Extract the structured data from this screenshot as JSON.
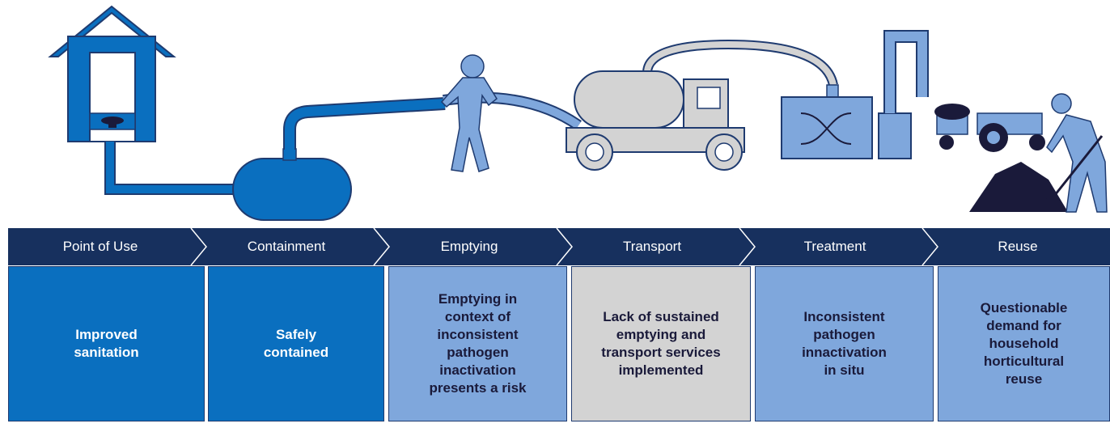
{
  "colors": {
    "header_navy": "#17305e",
    "dark_blue": "#0a6fbf",
    "light_blue": "#7fa7dc",
    "gray": "#d3d3d3",
    "text_light": "#ffffff",
    "text_dark": "#1a1a3a"
  },
  "stages": [
    {
      "title": "Point of Use",
      "description": "Improved\nsanitation",
      "status_color": "dark_blue",
      "icon": "latrine-icon"
    },
    {
      "title": "Containment",
      "description": "Safely\ncontained",
      "status_color": "dark_blue",
      "icon": "tank-icon"
    },
    {
      "title": "Emptying",
      "description": "Emptying in\ncontext of\ninconsistent\npathogen\ninactivation\npresents a risk",
      "status_color": "light_blue",
      "icon": "worker-hose-icon"
    },
    {
      "title": "Transport",
      "description": "Lack of sustained\nemptying and\ntransport services\nimplemented",
      "status_color": "gray",
      "icon": "vacuum-truck-icon"
    },
    {
      "title": "Treatment",
      "description": "Inconsistent\npathogen\ninnactivation\nin situ",
      "status_color": "light_blue",
      "icon": "treatment-plant-icon"
    },
    {
      "title": "Reuse",
      "description": "Questionable\ndemand for\nhousehold\nhorticultural\nreuse",
      "status_color": "light_blue",
      "icon": "tractor-shovel-icon"
    }
  ]
}
